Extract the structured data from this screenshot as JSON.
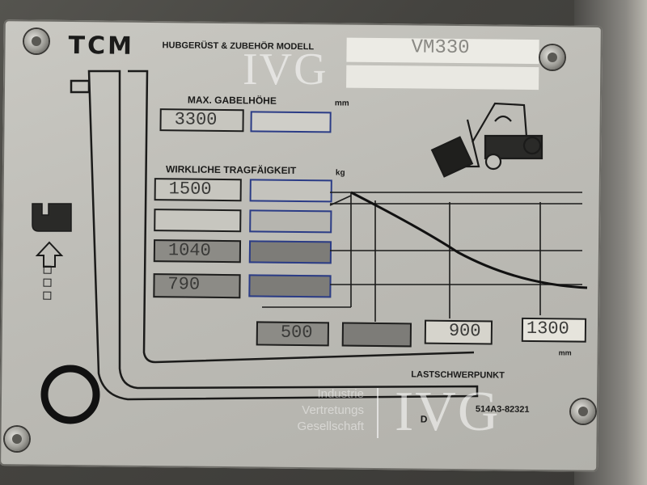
{
  "plate": {
    "brand": "TCM",
    "header": "HUBGERÜST & ZUBEHÖR MODELL",
    "model": "VM330",
    "max_height_label": "MAX. GABELHÖHE",
    "max_height_unit": "mm",
    "max_height_value": "3300",
    "capacity_label": "WIRKLICHE TRAGFÄIGKEIT",
    "capacity_unit": "kg",
    "capacities": [
      "1500",
      "",
      "1040",
      "790"
    ],
    "load_centers": [
      "500",
      "",
      "900",
      "1300"
    ],
    "load_center_unit": "mm",
    "load_center_label": "LASTSCHWERPUNKT",
    "country": "D",
    "part_number": "514A3-82321"
  },
  "watermark": {
    "logo": "IVG",
    "company_lines": [
      "Industrie",
      "Vertretungs",
      "Gesellschaft"
    ]
  },
  "colors": {
    "plate": "#c3c2bc",
    "ink": "#1b1b1a",
    "field_border_blue": "#2b3c86"
  },
  "icons": [
    "forklift-icon",
    "up-arrow-icon",
    "fork-icon",
    "screw-icon"
  ]
}
